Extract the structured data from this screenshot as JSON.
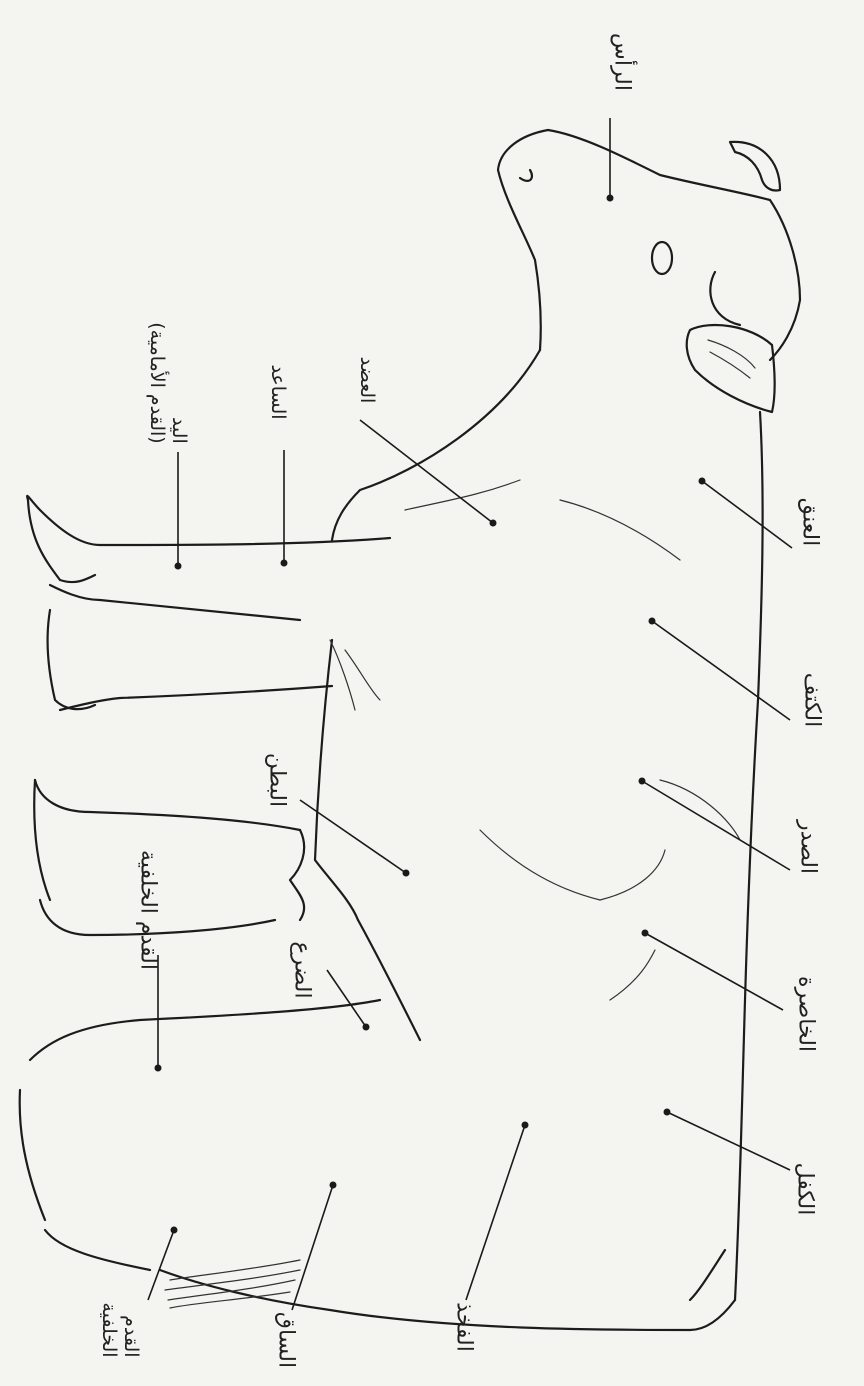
{
  "labels": {
    "head": "الرأس",
    "arm": "اليد",
    "arm_sub": "(القدم الأمامية)",
    "forearm": "الساعد",
    "shoulder": "العضد",
    "neck": "العنق",
    "shoulder_blade": "الكتف",
    "chest": "الصدر",
    "belly": "البطن",
    "flank": "الخاصرة",
    "udder": "الضرع",
    "hind_foot": "القدم الخلفية",
    "rump": "الكفل",
    "thigh": "الفخذ",
    "leg": "الساق",
    "hind_foot_2": "القدم",
    "hind_foot_2_sub": "الخلفية"
  }
}
